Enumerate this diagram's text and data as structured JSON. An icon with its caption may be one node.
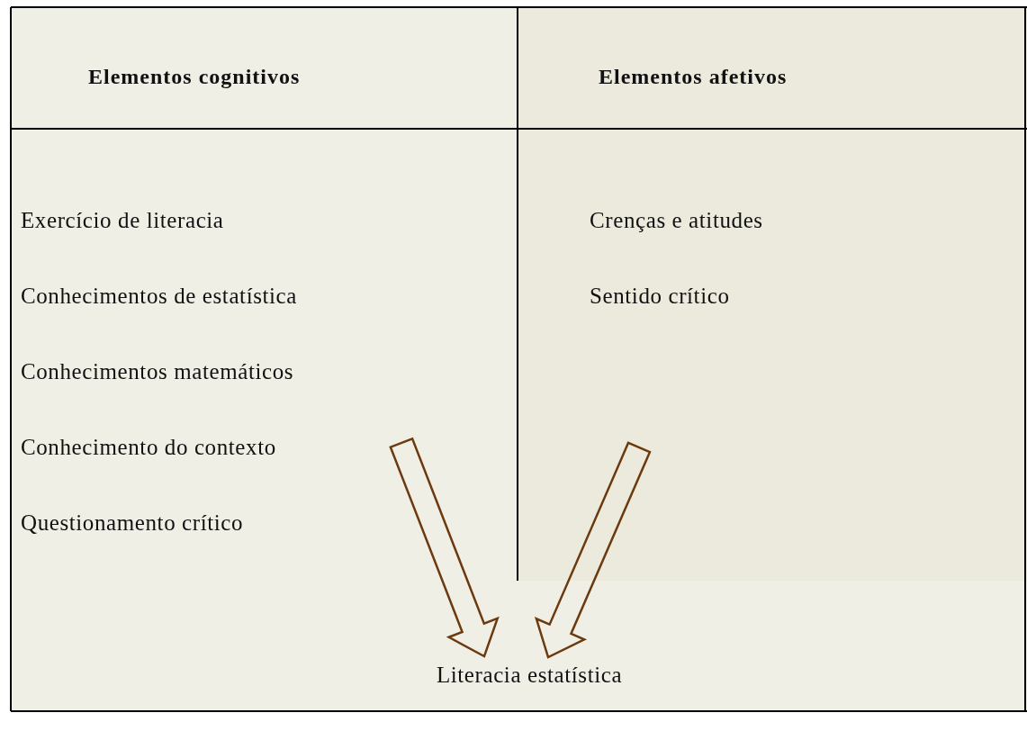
{
  "diagram": {
    "nodes": [
      {
        "text": [
          "Elementos cognitivos",
          "Exercício de literacia",
          "Conhecimentos de estatística",
          "Conhecimentos matemáticos",
          "Conhecimento do contexto",
          "Questionamento crítico"
        ]
      },
      {
        "text": [
          "Elementos afetivos",
          "Crenças e atitudes",
          "Sentido crítico"
        ]
      },
      {
        "text": [
          "Literacia estatística"
        ]
      }
    ],
    "edges": [
      {
        "from": 0,
        "to": 2,
        "arrow": "to",
        "style": "thick"
      },
      {
        "from": 1,
        "to": 2,
        "arrow": "to",
        "style": "thick"
      }
    ]
  }
}
